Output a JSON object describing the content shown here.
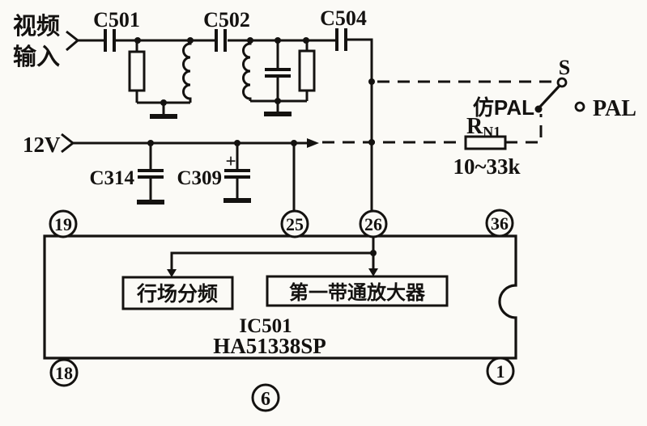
{
  "diagram": {
    "title_hint": "IF/bandpass input circuit of IC501",
    "ink": "#141210",
    "paper": "#fbfaf6",
    "figure_number": "6",
    "video_input": {
      "line1": "视频",
      "line2": "输入"
    },
    "supply": {
      "label": "12V"
    },
    "capacitors": {
      "c501": "C501",
      "c502": "C502",
      "c504": "C504",
      "c314": "C314",
      "c309": "C309",
      "c309_polarity": "+"
    },
    "resistor_rn": {
      "label": "R",
      "sub": "N1",
      "value": "10~33k"
    },
    "switch": {
      "name": "S",
      "pos_closed": "仿PAL",
      "pos_open": "PAL"
    },
    "ic": {
      "ref": "IC501",
      "part": "HA51338SP",
      "pins_top": [
        "19",
        "25",
        "26",
        "36"
      ],
      "pins_bottom": [
        "18",
        "1"
      ],
      "block_left": "行场分频",
      "block_right": "第一带通放大器"
    }
  }
}
